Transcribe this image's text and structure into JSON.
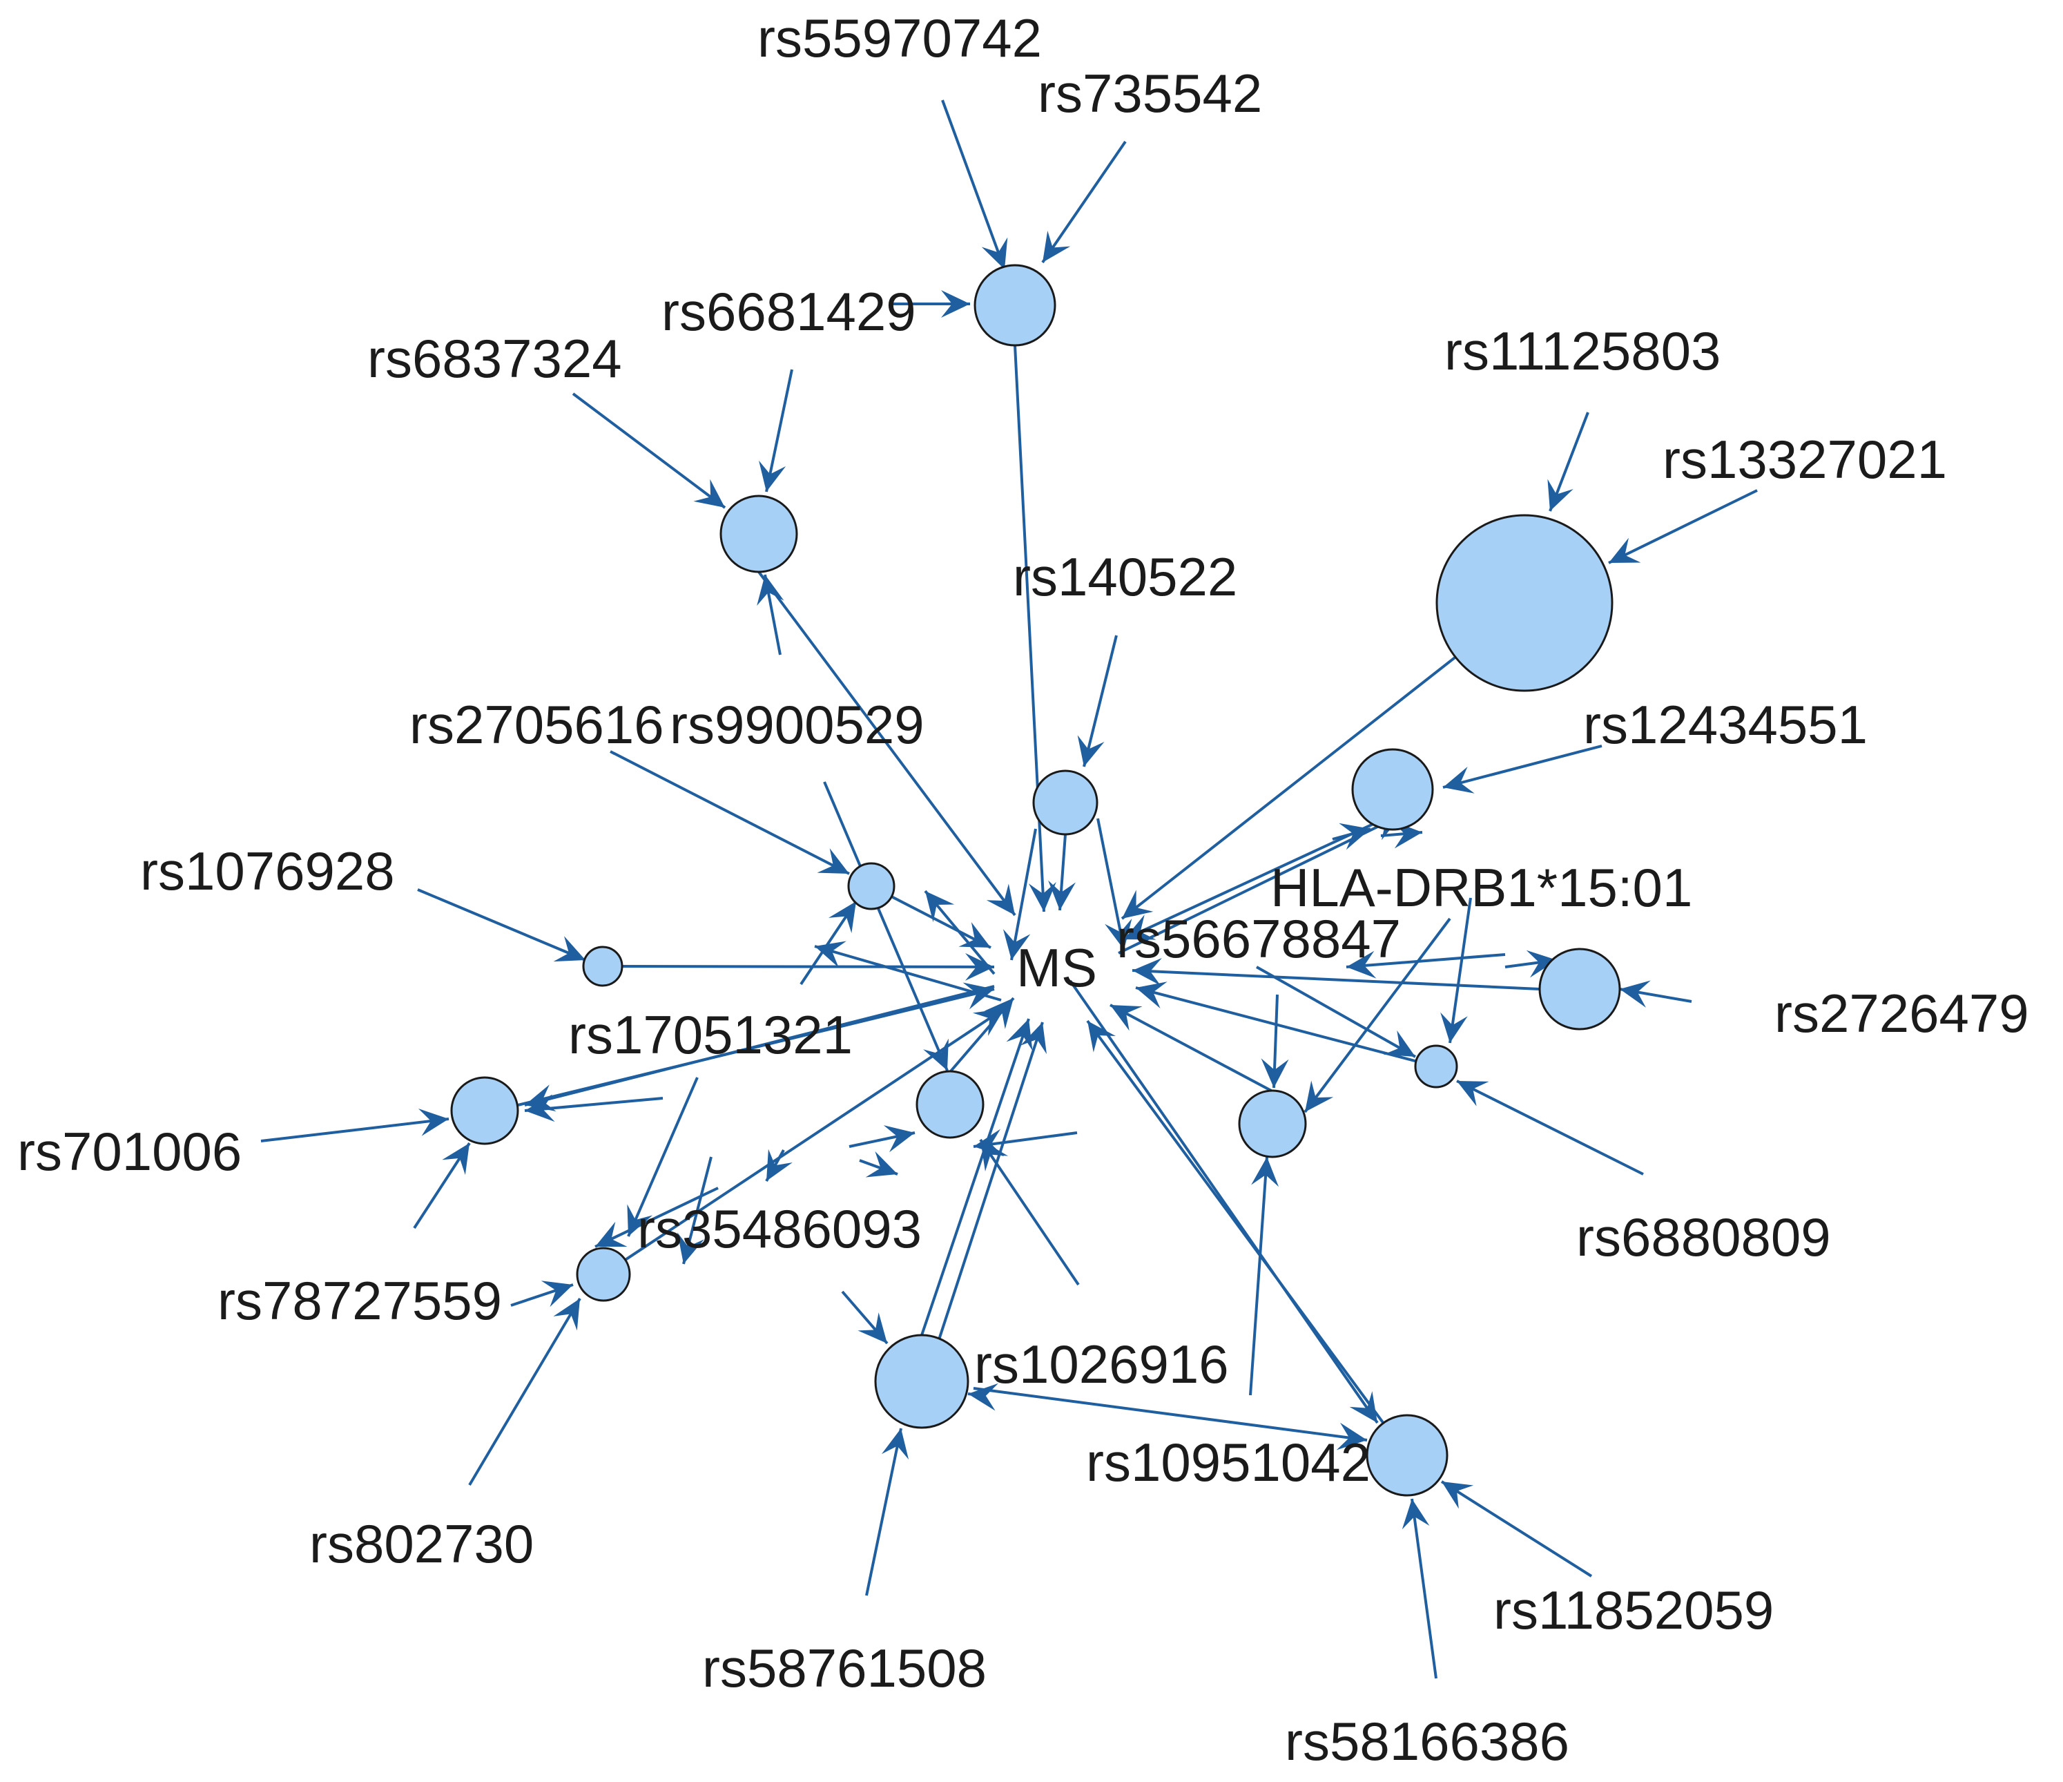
{
  "colors": {
    "edge": "#1f5fa0",
    "node_fill": "#a6d0f5",
    "node_stroke": "#1a1a1a",
    "text": "#1b1b1b",
    "background": "#ffffff"
  },
  "diagram": {
    "center": {
      "id": "MS",
      "label": "MS"
    },
    "labels": [
      {
        "id": "rs55970742",
        "label": "rs55970742"
      },
      {
        "id": "rs735542",
        "label": "rs735542"
      },
      {
        "id": "rs6681429",
        "label": "rs6681429"
      },
      {
        "id": "rs6837324",
        "label": "rs6837324"
      },
      {
        "id": "rs11125803",
        "label": "rs11125803"
      },
      {
        "id": "rs13327021",
        "label": "rs13327021"
      },
      {
        "id": "rs140522",
        "label": "rs140522"
      },
      {
        "id": "rs2705616",
        "label": "rs2705616"
      },
      {
        "id": "rs9900529",
        "label": "rs9900529"
      },
      {
        "id": "rs12434551",
        "label": "rs12434551"
      },
      {
        "id": "rs1076928",
        "label": "rs1076928"
      },
      {
        "id": "HLA-DRB1*15:01",
        "label": "HLA-DRB1*15:01"
      },
      {
        "id": "rs56678847",
        "label": "rs56678847"
      },
      {
        "id": "rs17051321",
        "label": "rs17051321"
      },
      {
        "id": "rs2726479",
        "label": "rs2726479"
      },
      {
        "id": "rs701006",
        "label": "rs701006"
      },
      {
        "id": "rs35486093",
        "label": "rs35486093"
      },
      {
        "id": "rs6880809",
        "label": "rs6880809"
      },
      {
        "id": "rs78727559",
        "label": "rs78727559"
      },
      {
        "id": "rs1026916",
        "label": "rs1026916"
      },
      {
        "id": "rs10951042",
        "label": "rs10951042"
      },
      {
        "id": "rs802730",
        "label": "rs802730"
      },
      {
        "id": "rs11852059",
        "label": "rs11852059"
      },
      {
        "id": "rs58761508",
        "label": "rs58761508"
      },
      {
        "id": "rs58166386",
        "label": "rs58166386"
      }
    ]
  }
}
